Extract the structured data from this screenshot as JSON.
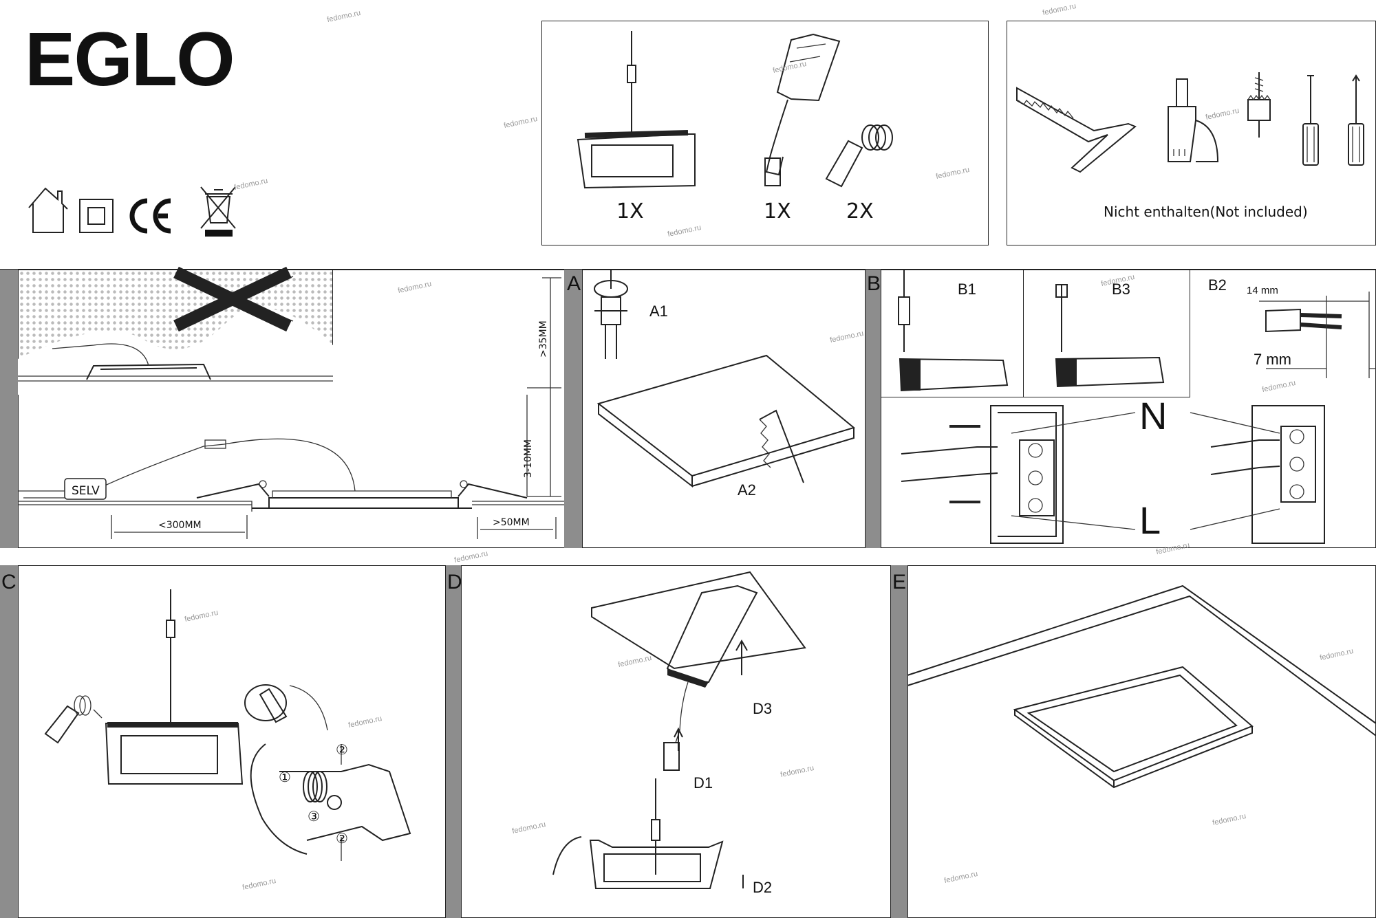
{
  "brand": {
    "logo": "EGLO"
  },
  "certification_icons": [
    "house-icon",
    "class-ii-icon",
    "ce-mark-icon",
    "weee-bin-icon"
  ],
  "contents": {
    "items": [
      {
        "icon": "panel-light-icon",
        "qty": "1X"
      },
      {
        "icon": "led-driver-icon",
        "qty": "1X"
      },
      {
        "icon": "spring-clip-icon",
        "qty": "2X"
      }
    ]
  },
  "tools": {
    "icons": [
      "saw-icon",
      "hole-saw-drill-icon",
      "hole-saw-bit-icon",
      "flat-screwdriver-icon",
      "cross-screwdriver-icon"
    ],
    "note": "Nicht enthalten(Not included)"
  },
  "steps": {
    "overview": {
      "selv": "SELV",
      "dim_height": ">35MM",
      "dim_ceiling": "3-10MM",
      "dim_cable": "<300MM",
      "dim_edge": ">50MM"
    },
    "A": {
      "letter": "A",
      "a1": "A1",
      "a2": "A2"
    },
    "B": {
      "letter": "B",
      "b1": "B1",
      "b3": "B3",
      "b2": "B2",
      "strip_outer": "14 mm",
      "strip_inner": "7 mm",
      "neutral": "N",
      "live": "L",
      "term_n": "N",
      "term_l": "L"
    },
    "C": {
      "letter": "C",
      "n1": "①",
      "n2": "②",
      "n3": "③",
      "n2b": "②"
    },
    "D": {
      "letter": "D",
      "d1": "D1",
      "d2": "D2",
      "d3": "D3"
    },
    "E": {
      "letter": "E"
    }
  },
  "watermark": "fedomo.ru"
}
